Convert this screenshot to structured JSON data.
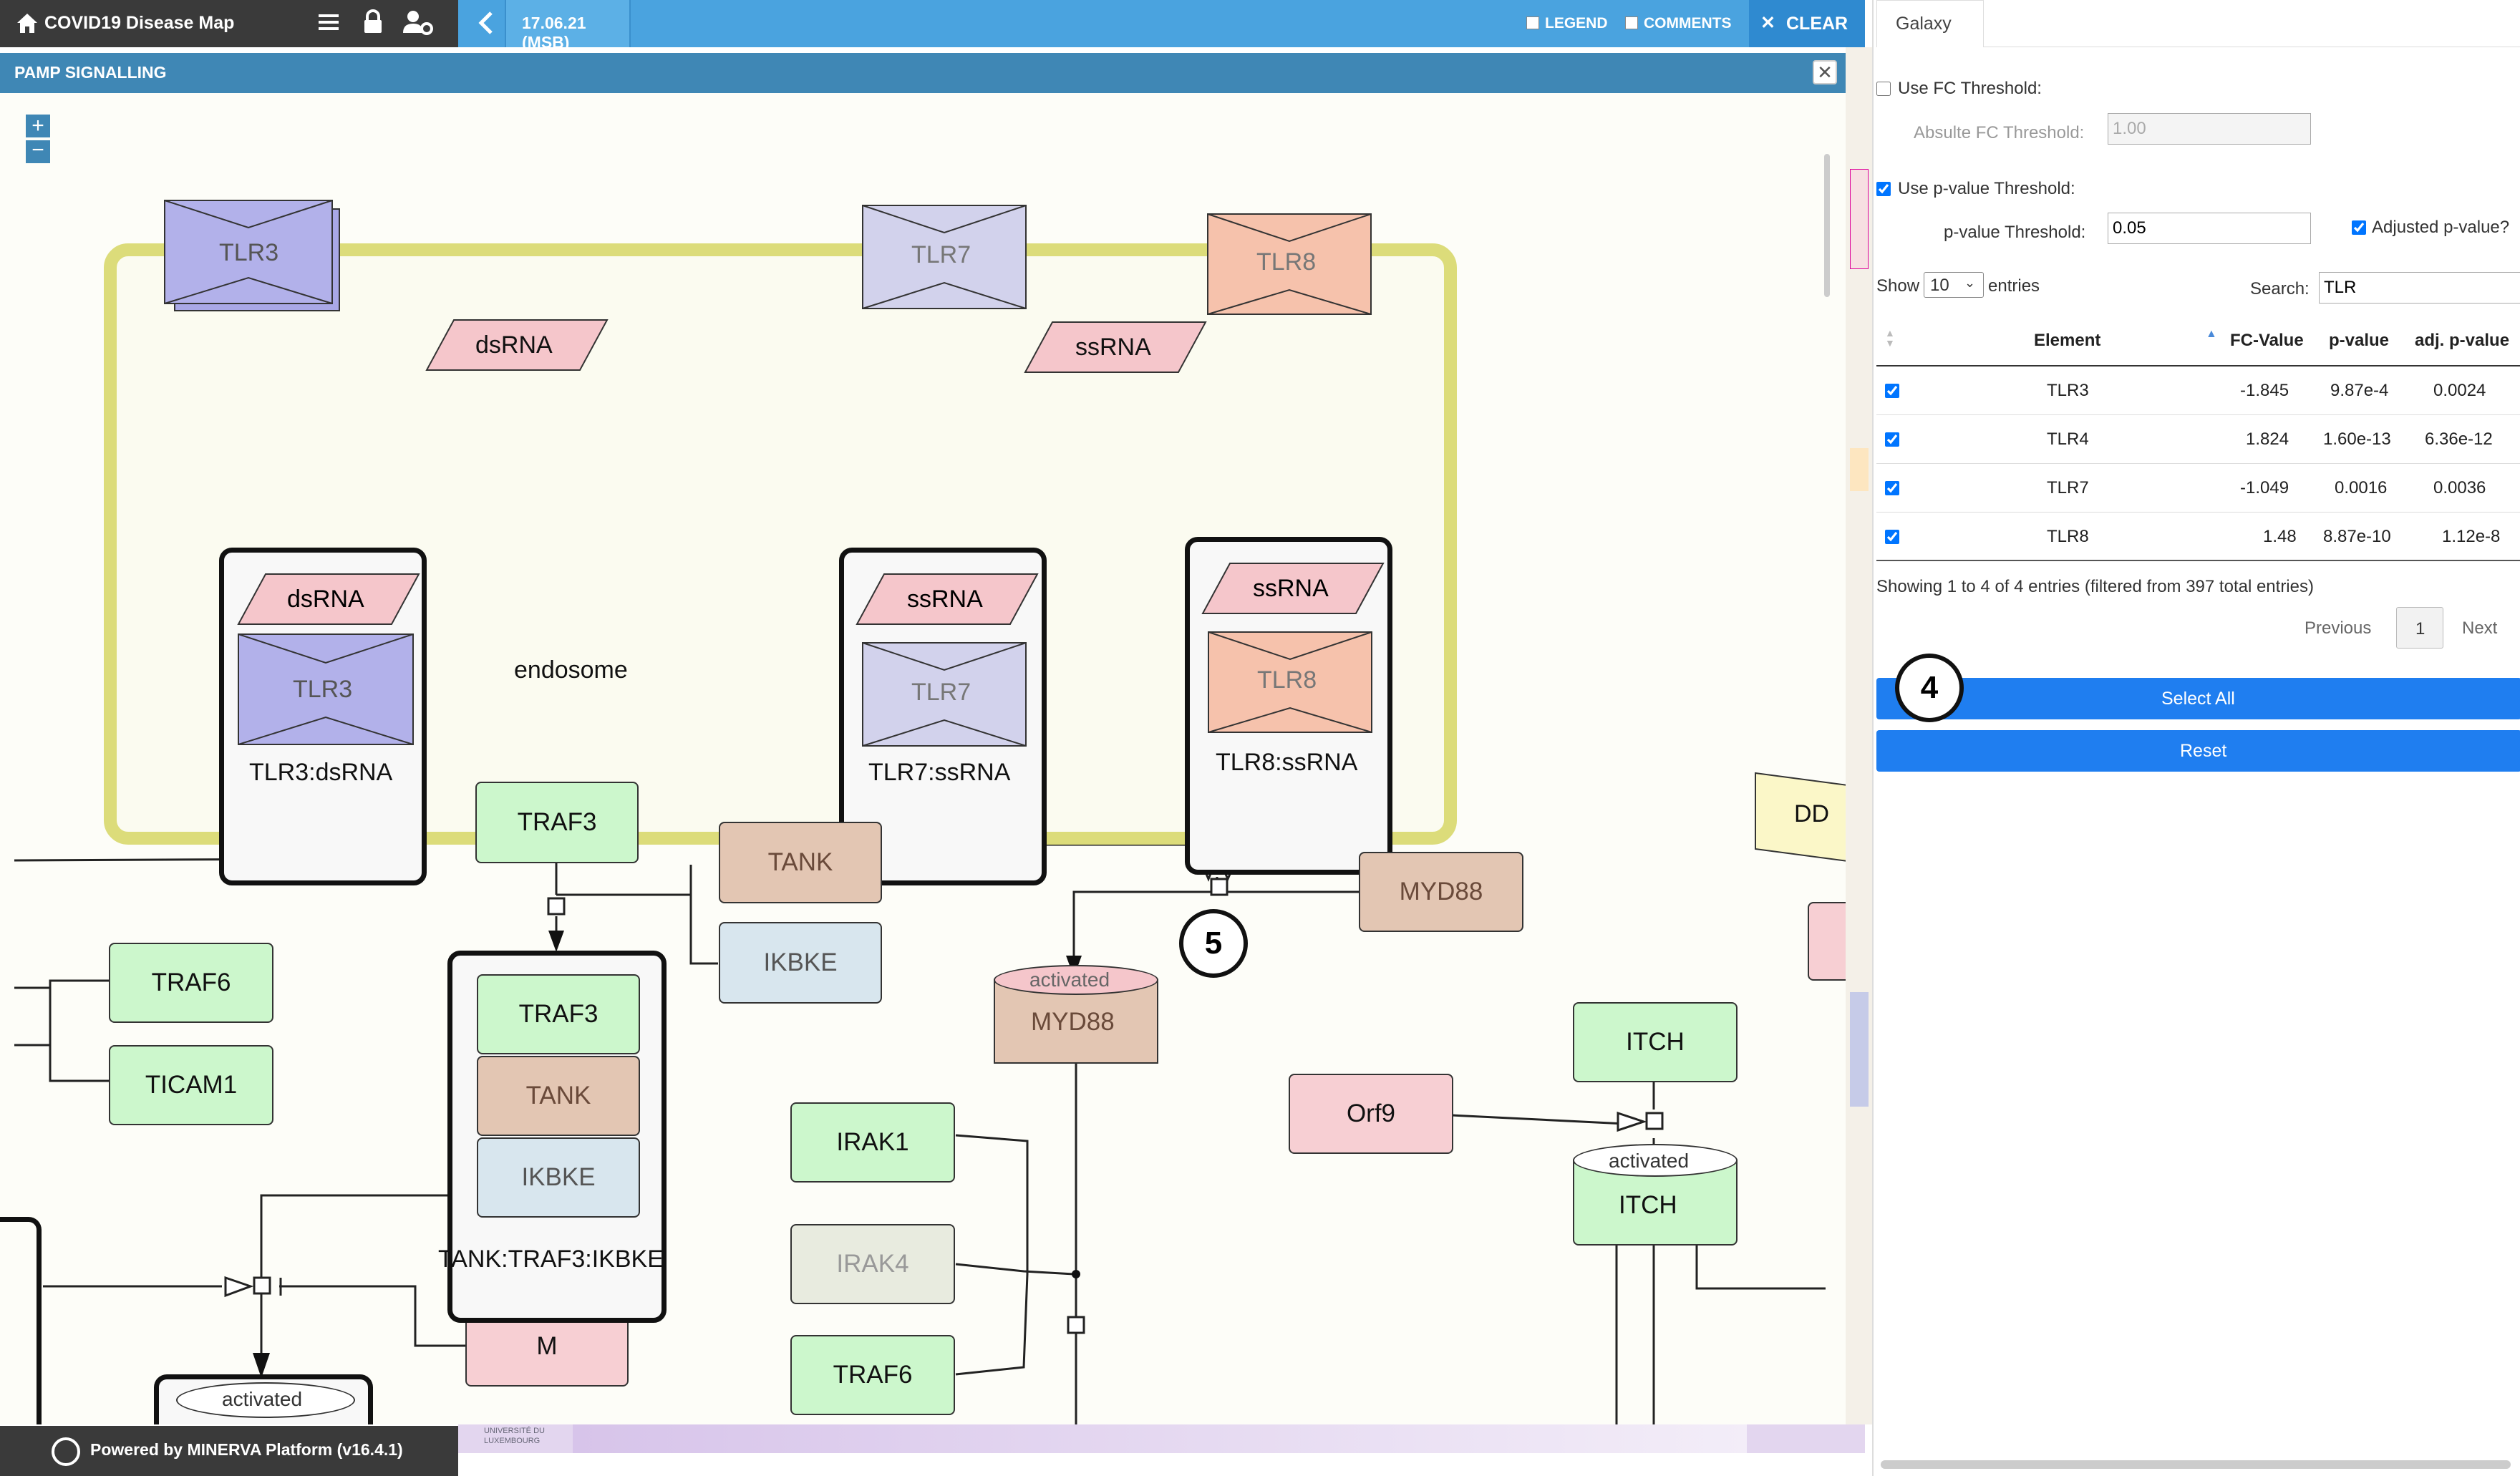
{
  "app": {
    "title": "COVID19 Disease Map",
    "version_date": "17.06.21 (MSB)"
  },
  "topbar": {
    "legend_label": "LEGEND",
    "comments_label": "COMMENTS",
    "clear_label": "CLEAR"
  },
  "map": {
    "title": "PAMP SIGNALLING",
    "zoom_in": "+",
    "zoom_out": "−"
  },
  "footer": {
    "powered_by": "Powered by MINERVA Platform (v16.4.1)",
    "university": "UNIVERSITÉ DU LUXEMBOURG"
  },
  "galaxy": {
    "tab": "Galaxy",
    "use_fc_label": "Use FC Threshold:",
    "abs_fc_label": "Absulte FC Threshold:",
    "abs_fc_value": "1.00",
    "use_pvalue_label": "Use p-value Threshold:",
    "pvalue_label": "p-value Threshold:",
    "pvalue_value": "0.05",
    "adjusted_label": "Adjusted p-value?",
    "show_label": "Show",
    "show_value": "10",
    "entries_label": "entries",
    "search_label": "Search:",
    "search_value": "TLR",
    "columns": [
      "Element",
      "FC-Value",
      "p-value",
      "adj. p-value"
    ],
    "rows": [
      {
        "element": "TLR3",
        "fc": "-1.845",
        "p": "9.87e-4",
        "adj": "0.0024"
      },
      {
        "element": "TLR4",
        "fc": "1.824",
        "p": "1.60e-13",
        "adj": "6.36e-12"
      },
      {
        "element": "TLR7",
        "fc": "-1.049",
        "p": "0.0016",
        "adj": "0.0036"
      },
      {
        "element": "TLR8",
        "fc": "1.48",
        "p": "8.87e-10",
        "adj": "1.12e-8"
      }
    ],
    "info": "Showing 1 to 4 of 4 entries (filtered from 397 total entries)",
    "prev": "Previous",
    "page": "1",
    "next": "Next",
    "select_all": "Select All",
    "reset": "Reset"
  },
  "annotations": {
    "step4": "4",
    "step5": "5"
  },
  "diagram": {
    "endosome": "endosome",
    "tlr3": "TLR3",
    "tlr7": "TLR7",
    "tlr8": "TLR8",
    "dsrna": "dsRNA",
    "ssrna": "ssRNA",
    "tlr3_dsrna": "TLR3:dsRNA",
    "tlr7_ssrna": "TLR7:ssRNA",
    "tlr8_ssrna": "TLR8:ssRNA",
    "traf3": "TRAF3",
    "tank": "TANK",
    "ikbke": "IKBKE",
    "traf6": "TRAF6",
    "ticam1": "TICAM1",
    "tank_traf3_ikbke": "TANK:TRAF3:IKBKE",
    "myd88": "MYD88",
    "activated": "activated",
    "orf9": "Orf9",
    "itch": "ITCH",
    "irak1": "IRAK1",
    "irak4": "IRAK4",
    "m": "M",
    "dd": "DD"
  }
}
